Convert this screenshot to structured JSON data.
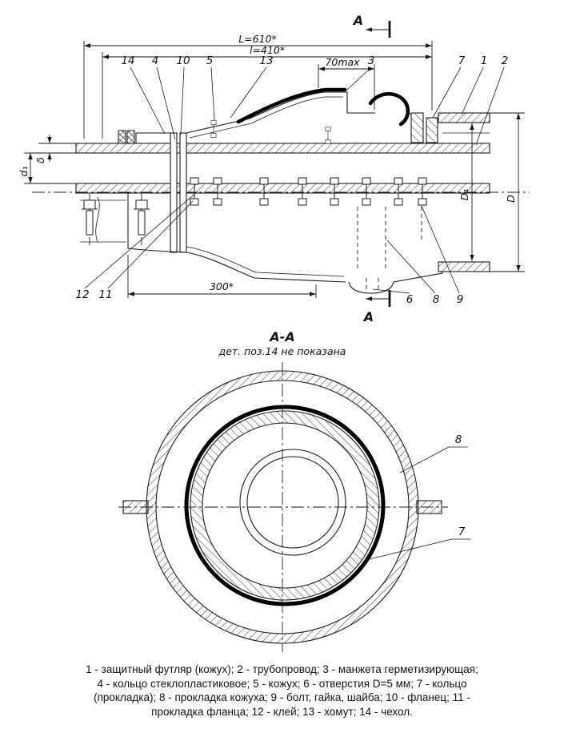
{
  "colors": {
    "ink": "#1a1a1a",
    "paper": "#ffffff"
  },
  "drawing": {
    "section_marker": "А",
    "dims": {
      "L": "L=610*",
      "l": "l=410*",
      "max70": "70max",
      "len300": "300*",
      "delta": "δ",
      "d1": "d₁",
      "D1": "D₁",
      "D": "D"
    },
    "callouts": {
      "n1": "1",
      "n2": "2",
      "n3": "3",
      "n4": "4",
      "n5": "5",
      "n6": "6",
      "n7": "7",
      "n8": "8",
      "n9": "9",
      "n10": "10",
      "n11": "11",
      "n12": "12",
      "n13": "13",
      "n14": "14"
    },
    "section_view": {
      "title": "А-А",
      "note": "дет. поз.14 не показана"
    }
  },
  "caption": {
    "lines": [
      "1 - защитный футляр (кожух); 2 - трубопровод; 3 - манжета герметизирующая;",
      "4 - кольцо стеклопластиковое; 5 - кожух; 6 - отверстия D=5 мм; 7 - кольцо",
      "(прокладка); 8 - прокладка кожуха; 9 - болт, гайка, шайба; 10 - фланец; 11 -",
      "прокладка фланца; 12 - клей; 13 - хомут; 14 - чехол."
    ]
  }
}
